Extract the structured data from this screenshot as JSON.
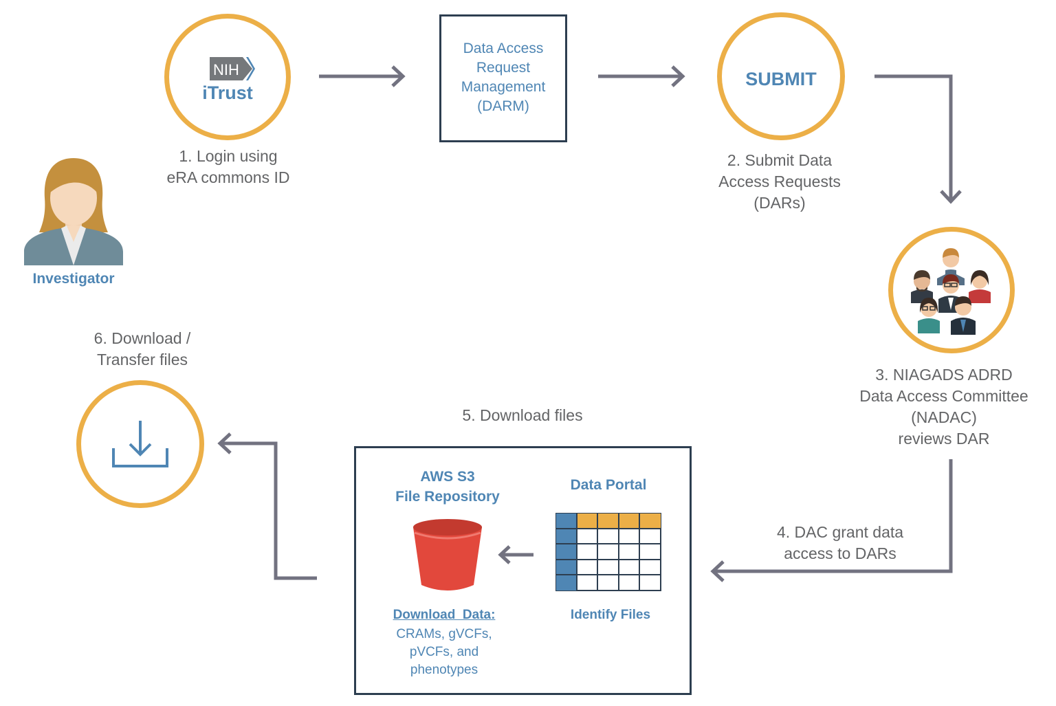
{
  "login": {
    "logo_nih": "NIH",
    "logo_itrust": "iTrust",
    "step": "1. Login using\neRA commons ID"
  },
  "darm": {
    "label": "Data Access\nRequest\nManagement\n(DARM)"
  },
  "submit": {
    "label": "SUBMIT",
    "step": "2. Submit Data\nAccess Requests\n(DARs)"
  },
  "investigator": {
    "label": "Investigator"
  },
  "nadac": {
    "step": "3. NIAGADS ADRD\nData Access Committee\n(NADAC)\nreviews DAR"
  },
  "grant": {
    "step": "4. DAC grant data\naccess to DARs"
  },
  "download_files": {
    "step": "5. Download files"
  },
  "transfer": {
    "step": "6. Download /\nTransfer files"
  },
  "repository": {
    "s3_title": "AWS S3\nFile Repository",
    "download_heading": "Download  Data:",
    "download_items": "CRAMs, gVCFs,\npVCFs, and\nphenotypes",
    "portal_title": "Data Portal",
    "identify": "Identify Files"
  },
  "colors": {
    "accent_ring": "#ecaf47",
    "text_blue": "#4f86b4",
    "arrow_gray": "#727280",
    "box_border": "#2d3e50",
    "bucket_red": "#e2483c"
  }
}
